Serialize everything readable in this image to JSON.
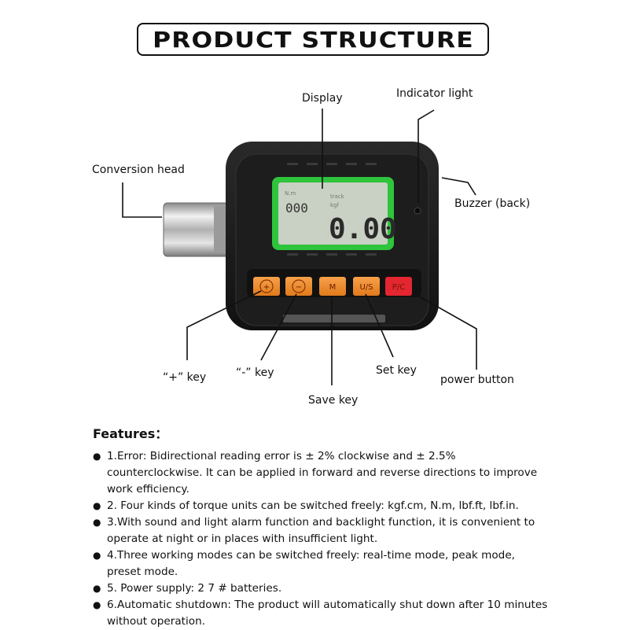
{
  "header": {
    "title": "PRODUCT STRUCTURE"
  },
  "labels": {
    "display": "Display",
    "indicator_light": "Indicator light",
    "conversion_head": "Conversion head",
    "buzzer": "Buzzer (back)",
    "plus_key": "“+” key",
    "minus_key": "“-” key",
    "save_key": "Save key",
    "set_key": "Set key",
    "power_button": "power button"
  },
  "device": {
    "lcd_small_value": "000",
    "lcd_main_value": "0.00",
    "keys": [
      "+",
      "−",
      "M",
      "U/S",
      "P/C"
    ]
  },
  "features": {
    "title": "Features：",
    "items": [
      "1.Error: Bidirectional reading error is ± 2% clockwise and ± 2.5% counterclockwise. It can be applied in forward and reverse directions to improve work efficiency.",
      "2. Four kinds of torque units can be switched freely: kgf.cm, N.m, lbf.ft, lbf.in.",
      "3.With sound and light alarm function and backlight function, it is convenient to operate at night or in places with insufficient light.",
      "4.Three working modes can be switched freely: real-time mode, peak mode, preset mode.",
      "5. Power supply: 2 7 # batteries.",
      "6.Automatic shutdown: The product will automatically shut down after 10 minutes without operation."
    ]
  },
  "colors": {
    "lcd_green": "#2ec43c",
    "lcd_screen": "#c9d0c4",
    "key_orange": "#f08a2a",
    "key_red": "#e32630",
    "body_dark": "#1b1b1b"
  }
}
